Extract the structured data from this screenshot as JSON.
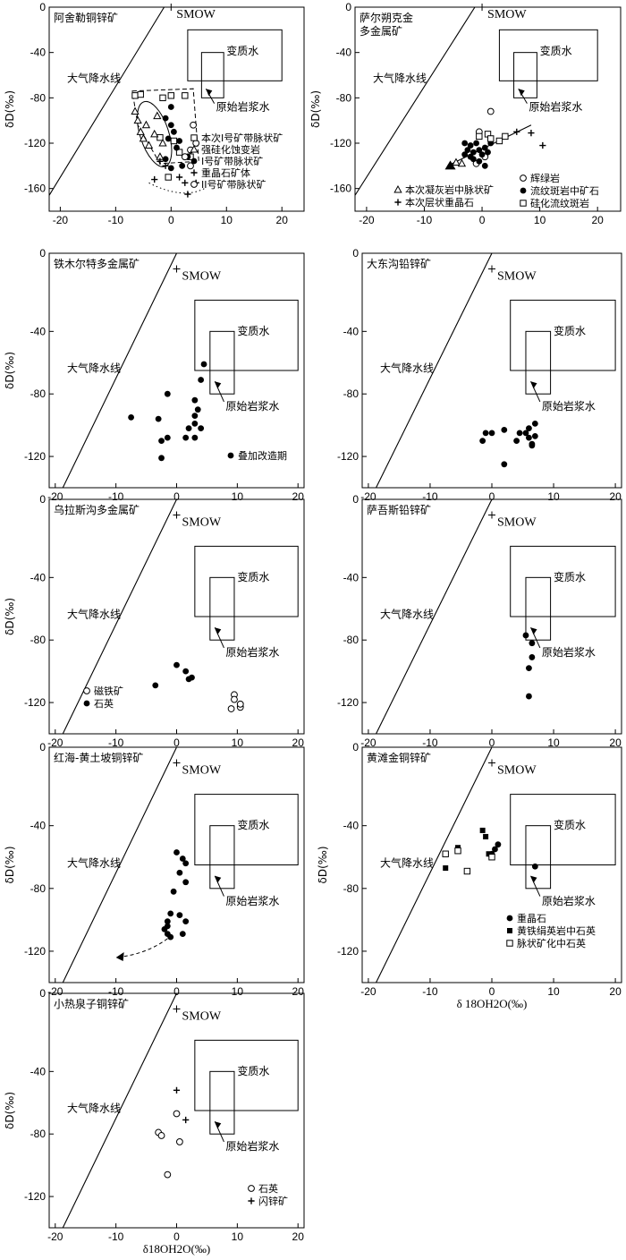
{
  "chart_data": [
    {
      "type": "scatter",
      "title": "阿舍勒铜锌矿",
      "ylabel": "δD(‰)",
      "xlabel": "",
      "xlim": [
        -22,
        24
      ],
      "ylim": [
        -180,
        0
      ],
      "xticks": [
        -20,
        -10,
        0,
        10,
        20
      ],
      "yticks": [
        -40,
        -80,
        -120,
        -160
      ],
      "grid": false,
      "legend_position": "bottom-right",
      "annotations": {
        "smow": "SMOW",
        "mwl": "大气降水线",
        "meta": "变质水",
        "magma": "原始岩浆水"
      },
      "series": [
        {
          "name": "本次I号矿带脉状矿",
          "marker": "open-square",
          "points": [
            [
              -6.5,
              -78
            ],
            [
              -5.5,
              -77
            ],
            [
              -1.5,
              -80
            ],
            [
              0,
              -78
            ],
            [
              2.5,
              -78
            ],
            [
              -2,
              -115
            ],
            [
              0.5,
              -118
            ],
            [
              1.5,
              -128
            ],
            [
              3.5,
              -132
            ],
            [
              -0.5,
              -150
            ]
          ]
        },
        {
          "name": "强硅化蚀变岩",
          "marker": "open-triangle",
          "points": [
            [
              -6.5,
              -92
            ],
            [
              -6,
              -100
            ],
            [
              -5.5,
              -110
            ],
            [
              -5,
              -116
            ],
            [
              -4.5,
              -104
            ],
            [
              -3,
              -112
            ],
            [
              -4,
              -122
            ],
            [
              -2.5,
              -96
            ],
            [
              -1.5,
              -120
            ],
            [
              -2,
              -132
            ]
          ]
        },
        {
          "name": "I号矿带脉状矿",
          "marker": "filled-circle",
          "points": [
            [
              0,
              -88
            ],
            [
              -1,
              -98
            ],
            [
              0,
              -104
            ],
            [
              0.5,
              -110
            ],
            [
              -0.5,
              -116
            ],
            [
              1,
              -124
            ],
            [
              1.5,
              -118
            ],
            [
              3,
              -132
            ],
            [
              2,
              -140
            ],
            [
              -1,
              -134
            ],
            [
              0,
              -142
            ]
          ]
        },
        {
          "name": "重晶石矿体",
          "marker": "plus",
          "points": [
            [
              -3,
              -152
            ],
            [
              -1,
              -140
            ],
            [
              1.5,
              -150
            ],
            [
              2.5,
              -155
            ],
            [
              4.5,
              -155
            ],
            [
              3,
              -165
            ],
            [
              -2,
              -136
            ]
          ]
        },
        {
          "name": "II号矿带脉状矿",
          "marker": "open-circle",
          "points": [
            [
              4,
              -104
            ],
            [
              4.5,
              -120
            ],
            [
              3.5,
              -126
            ],
            [
              2.5,
              -132
            ],
            [
              3.5,
              -140
            ]
          ]
        }
      ]
    },
    {
      "type": "scatter",
      "title": "萨尔朔克金\n多金属矿",
      "ylabel": "δD(‰)",
      "xlabel": "",
      "xlim": [
        -22,
        24
      ],
      "ylim": [
        -180,
        0
      ],
      "xticks": [
        -20,
        -10,
        0,
        10,
        20
      ],
      "yticks": [
        -40,
        -80,
        -120,
        -160
      ],
      "grid": false,
      "legend_position": "bottom",
      "annotations": {
        "smow": "SMOW",
        "mwl": "大气降水线",
        "meta": "变质水",
        "magma": "原始岩浆水"
      },
      "series": [
        {
          "name": "辉绿岩",
          "marker": "open-circle",
          "points": [
            [
              1.5,
              -92
            ],
            [
              -0.5,
              -110
            ],
            [
              0.5,
              -132
            ],
            [
              -1,
              -138
            ]
          ]
        },
        {
          "name": "流纹斑岩中矿石",
          "marker": "filled-circle",
          "points": [
            [
              -3,
              -120
            ],
            [
              -2.5,
              -126
            ],
            [
              -2,
              -122
            ],
            [
              -1.5,
              -128
            ],
            [
              -1,
              -120
            ],
            [
              -0.5,
              -126
            ],
            [
              0,
              -130
            ],
            [
              0.5,
              -124
            ],
            [
              1,
              -128
            ],
            [
              1.5,
              -120
            ],
            [
              -1.5,
              -134
            ],
            [
              -0.5,
              -136
            ],
            [
              0.5,
              -140
            ],
            [
              -2,
              -132
            ],
            [
              -3,
              -130
            ]
          ]
        },
        {
          "name": "本次凝灰岩中脉状矿",
          "marker": "open-triangle",
          "points": [
            [
              -5.5,
              -140
            ],
            [
              -4.5,
              -137
            ],
            [
              -3.5,
              -138
            ]
          ]
        },
        {
          "name": "本次凝灰岩中脉状矿 (filled)",
          "marker": "filled-triangle",
          "points": [
            [
              -5.5,
              -140
            ]
          ]
        },
        {
          "name": "本次层状重晶石",
          "marker": "plus",
          "points": [
            [
              6,
              -110
            ],
            [
              8.5,
              -111
            ],
            [
              10.5,
              -122
            ]
          ]
        },
        {
          "name": "硅化流纹斑岩",
          "marker": "open-square",
          "points": [
            [
              -0.5,
              -114
            ],
            [
              1,
              -112
            ],
            [
              1.5,
              -116
            ],
            [
              3,
              -118
            ],
            [
              4,
              -114
            ]
          ]
        }
      ],
      "trend_line": [
        [
          -6,
          -140
        ],
        [
          8.5,
          -104
        ]
      ]
    },
    {
      "type": "scatter",
      "title": "铁木尔特多金属矿",
      "ylabel": "δD(‰)",
      "xlabel": "",
      "xlim": [
        -21,
        21
      ],
      "ylim": [
        -140,
        10
      ],
      "xticks": [
        -20,
        -10,
        0,
        10,
        20
      ],
      "yticks": [
        -40,
        -80,
        -120
      ],
      "grid": false,
      "legend_position": "bottom-right",
      "annotations": {
        "smow": "SMOW",
        "mwl": "大气降水线",
        "meta": "变质水",
        "magma": "原始岩浆水"
      },
      "series": [
        {
          "name": "叠加改造期",
          "marker": "filled-circle",
          "points": [
            [
              4.5,
              -61
            ],
            [
              4,
              -71
            ],
            [
              3,
              -84
            ],
            [
              3.5,
              -90
            ],
            [
              3,
              -94
            ],
            [
              3,
              -99
            ],
            [
              2,
              -102
            ],
            [
              4,
              -102
            ],
            [
              1.5,
              -108
            ],
            [
              3,
              -108
            ],
            [
              -1.5,
              -80
            ],
            [
              -3,
              -96
            ],
            [
              -1.5,
              -108
            ],
            [
              -2.5,
              -110
            ],
            [
              -2.5,
              -121
            ],
            [
              -7.5,
              -95
            ]
          ]
        }
      ]
    },
    {
      "type": "scatter",
      "title": "大东沟铅锌矿",
      "ylabel": "",
      "xlabel": "",
      "xlim": [
        -21,
        21
      ],
      "ylim": [
        -140,
        10
      ],
      "xticks": [
        -20,
        -10,
        0,
        10,
        20
      ],
      "yticks": [
        -40,
        -80,
        -120
      ],
      "grid": false,
      "annotations": {
        "smow": "SMOW",
        "mwl": "大气降水线",
        "meta": "变质水",
        "magma": "原始岩浆水"
      },
      "series": [
        {
          "name": "",
          "marker": "filled-circle",
          "points": [
            [
              -1.5,
              -110
            ],
            [
              -1,
              -105
            ],
            [
              0,
              -105
            ],
            [
              2,
              -103
            ],
            [
              2,
              -125
            ],
            [
              4,
              -110
            ],
            [
              4.5,
              -105
            ],
            [
              5.5,
              -105
            ],
            [
              6,
              -108
            ],
            [
              6,
              -102
            ],
            [
              6.5,
              -112
            ],
            [
              7,
              -99
            ],
            [
              7,
              -107
            ],
            [
              6.5,
              -113
            ]
          ]
        }
      ]
    },
    {
      "type": "scatter",
      "title": "乌拉斯沟多金属矿",
      "ylabel": "δD(‰)",
      "xlabel": "",
      "xlim": [
        -21,
        21
      ],
      "ylim": [
        -140,
        10
      ],
      "xticks": [
        -20,
        -10,
        0,
        10,
        20
      ],
      "yticks": [
        -40,
        -80,
        -120
      ],
      "grid": false,
      "legend_position": "bottom-left",
      "annotations": {
        "smow": "SMOW",
        "mwl": "大气降水线",
        "meta": "变质水",
        "magma": "原始岩浆水"
      },
      "series": [
        {
          "name": "磁铁矿",
          "marker": "open-circle",
          "points": [
            [
              9.5,
              -115
            ],
            [
              9.5,
              -118
            ],
            [
              10.5,
              -123
            ],
            [
              10.5,
              -121
            ],
            [
              9,
              -124
            ]
          ]
        },
        {
          "name": "石英",
          "marker": "filled-circle",
          "points": [
            [
              -3.5,
              -109
            ],
            [
              0,
              -96
            ],
            [
              1.5,
              -100
            ],
            [
              2,
              -105
            ],
            [
              2.5,
              -104
            ]
          ]
        }
      ]
    },
    {
      "type": "scatter",
      "title": "萨吾斯铅锌矿",
      "ylabel": "",
      "xlabel": "",
      "xlim": [
        -21,
        21
      ],
      "ylim": [
        -140,
        10
      ],
      "xticks": [
        -20,
        -10,
        0,
        10,
        20
      ],
      "yticks": [
        -40,
        -80,
        -120
      ],
      "grid": false,
      "annotations": {
        "smow": "SMOW",
        "mwl": "大气降水线",
        "meta": "变质水",
        "magma": "原始岩浆水"
      },
      "series": [
        {
          "name": "",
          "marker": "filled-circle",
          "points": [
            [
              5.5,
              -77
            ],
            [
              6.5,
              -82
            ],
            [
              6.5,
              -91
            ],
            [
              6,
              -98
            ],
            [
              6,
              -116
            ]
          ]
        }
      ]
    },
    {
      "type": "scatter",
      "title": "红海-黄土坡铜锌矿",
      "ylabel": "δD(‰)",
      "xlabel": "",
      "xlim": [
        -21,
        21
      ],
      "ylim": [
        -140,
        10
      ],
      "xticks": [
        -20,
        -10,
        0,
        10,
        20
      ],
      "yticks": [
        -40,
        -80,
        -120
      ],
      "grid": false,
      "annotations": {
        "smow": "SMOW",
        "mwl": "大气降水线",
        "meta": "变质水",
        "magma": "原始岩浆水"
      },
      "series": [
        {
          "name": "",
          "marker": "filled-circle",
          "points": [
            [
              0,
              -57
            ],
            [
              1,
              -61
            ],
            [
              1.5,
              -64
            ],
            [
              0.5,
              -70
            ],
            [
              1.5,
              -76
            ],
            [
              -0.5,
              -82
            ],
            [
              -1,
              -96
            ],
            [
              -1.5,
              -101
            ],
            [
              -1.5,
              -104
            ],
            [
              -1.5,
              -109
            ],
            [
              -1,
              -111
            ],
            [
              0.5,
              -97
            ],
            [
              1.5,
              -101
            ],
            [
              1,
              -109
            ],
            [
              -2,
              -106
            ]
          ]
        }
      ],
      "arrow": [
        [
          -1.5,
          -112
        ],
        [
          -10,
          -124
        ]
      ]
    },
    {
      "type": "scatter",
      "title": "黄滩金铜锌矿",
      "ylabel": "δD(‰)",
      "xlabel": "δ 18OH2O(‰)",
      "xlim": [
        -21,
        21
      ],
      "ylim": [
        -140,
        10
      ],
      "xticks": [
        -20,
        -10,
        0,
        10,
        20
      ],
      "yticks": [
        -40,
        -80,
        -120
      ],
      "grid": false,
      "legend_position": "bottom-right",
      "annotations": {
        "smow": "SMOW",
        "mwl": "大气降水线",
        "meta": "变质水",
        "magma": "原始岩浆水"
      },
      "series": [
        {
          "name": "重晶石",
          "marker": "filled-circle",
          "points": [
            [
              0,
              -58
            ],
            [
              0.5,
              -55
            ],
            [
              1,
              -52
            ],
            [
              7,
              -66
            ]
          ]
        },
        {
          "name": "黄铁绢英岩中石英",
          "marker": "filled-square",
          "points": [
            [
              -1.5,
              -43
            ],
            [
              -1,
              -47
            ],
            [
              -5.5,
              -54
            ],
            [
              -7.5,
              -67
            ],
            [
              -0.5,
              -58
            ]
          ]
        },
        {
          "name": "脉状矿化中石英",
          "marker": "open-square",
          "points": [
            [
              -7.5,
              -58
            ],
            [
              -5.5,
              -56
            ],
            [
              -4,
              -69
            ],
            [
              0,
              -60
            ]
          ]
        }
      ]
    },
    {
      "type": "scatter",
      "title": "小热泉子铜锌矿",
      "ylabel": "δD(‰)",
      "xlabel": "δ18OH2O(‰)",
      "xlim": [
        -21,
        21
      ],
      "ylim": [
        -140,
        10
      ],
      "xticks": [
        -20,
        -10,
        0,
        10,
        20
      ],
      "yticks": [
        -40,
        -80,
        -120
      ],
      "grid": false,
      "legend_position": "bottom-right",
      "annotations": {
        "smow": "SMOW",
        "mwl": "大气降水线",
        "meta": "变质水",
        "magma": "原始岩浆水"
      },
      "series": [
        {
          "name": "石英",
          "marker": "open-circle",
          "points": [
            [
              0,
              -67
            ],
            [
              -3,
              -79
            ],
            [
              -2.5,
              -81
            ],
            [
              0.5,
              -85
            ],
            [
              -1.5,
              -106
            ]
          ]
        },
        {
          "name": "闪锌矿",
          "marker": "plus",
          "points": [
            [
              0,
              -52
            ],
            [
              1.5,
              -71
            ]
          ]
        }
      ]
    }
  ]
}
